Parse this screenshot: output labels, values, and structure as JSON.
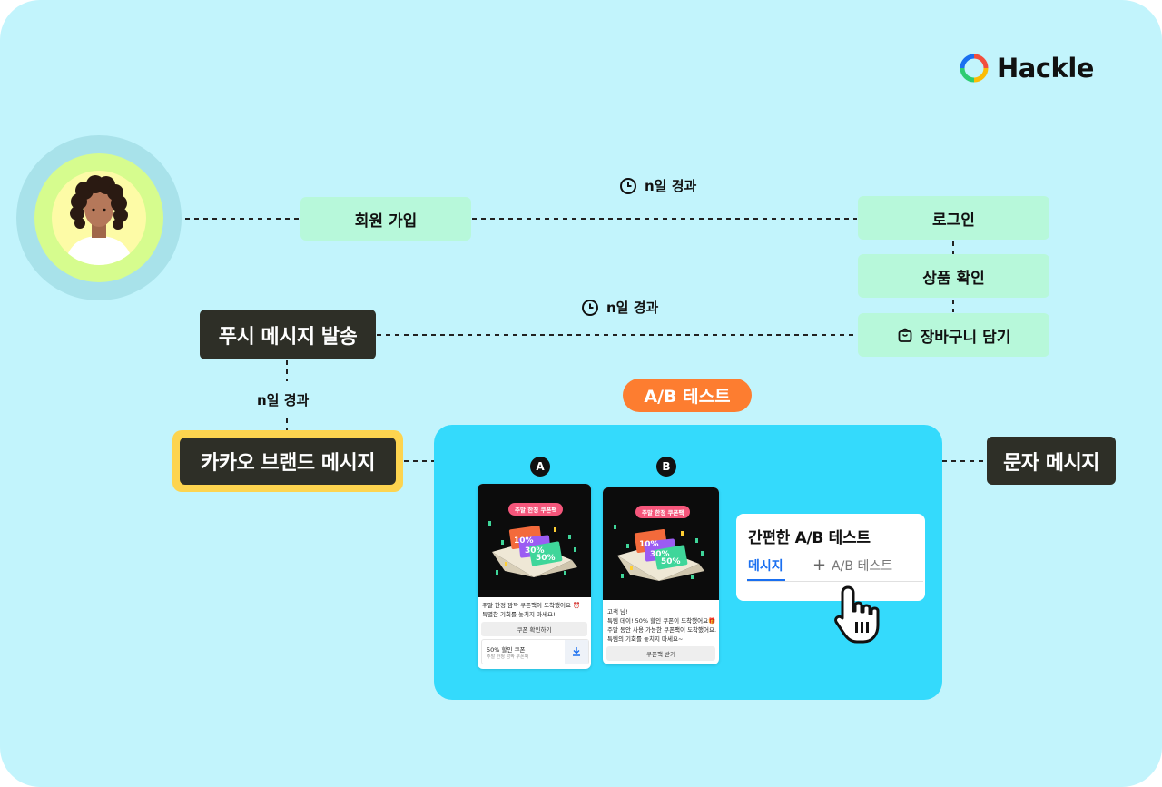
{
  "brand": {
    "name": "Hackle",
    "logo_colors": [
      "#f24f3e",
      "#fbbc05",
      "#2ecc71",
      "#1a6ff0"
    ]
  },
  "nodes": {
    "signup": "회원 가입",
    "login": "로그인",
    "view_product": "상품 확인",
    "add_to_cart": "장바구니 담기",
    "push_message": "푸시 메시지 발송",
    "kakao_message": "카카오 브랜드 메시지",
    "sms_message": "문자 메시지"
  },
  "elapsed": {
    "after_signup": "n일 경과",
    "after_cart": "n일 경과",
    "after_push": "n일 경과"
  },
  "ab_test": {
    "label": "A/B 테스트",
    "variant_a": {
      "badge": "A",
      "coupon_pill": "주말 한정 쿠폰팩",
      "percentages": [
        "10%",
        "30%",
        "50%"
      ],
      "body_line1": "주말 한정 깜짝 쿠폰팩이 도착했어요 ⏰",
      "body_line2": "특별한 기회를 놓치지 마세요!",
      "button": "쿠폰 확인하기",
      "coupon_title": "50% 할인 쿠폰",
      "coupon_sub": "주말 한정 깜짝 쿠폰팩",
      "download_label": "DOWNLOAD"
    },
    "variant_b": {
      "badge": "B",
      "coupon_pill": "주말 한정 쿠폰팩",
      "percentages": [
        "10%",
        "30%",
        "50%"
      ],
      "body_line1": "고객 님!",
      "body_line2": "특템 데이! 50% 할인 쿠폰이 도착했어요🎁",
      "body_line3": "주말 동안 사용 가능한 쿠폰팩이 도착했어요.",
      "body_line4": "특템의 기회를 놓치지 마세요~",
      "button": "쿠폰팩 받기"
    },
    "ui_card": {
      "title": "간편한 A/B 테스트",
      "tab_active": "메시지",
      "tab_add": "A/B 테스트"
    }
  },
  "colors": {
    "background": "#c2f4fc",
    "event_node": "#b7f8da",
    "channel_node": "#2e2f27",
    "kakao_highlight": "#fdd44f",
    "ab_label": "#fd7d30",
    "ab_panel": "#34dafc",
    "active_tab": "#1a6ff0"
  }
}
